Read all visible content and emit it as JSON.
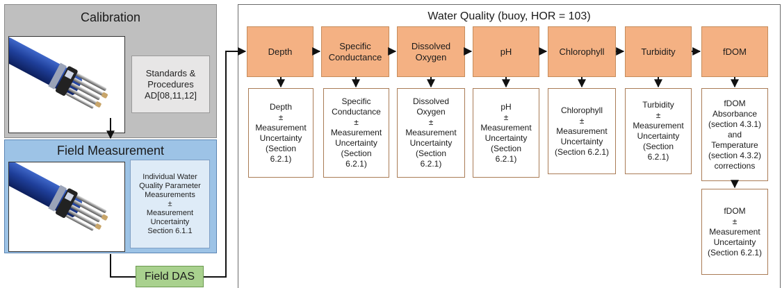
{
  "calibration": {
    "title": "Calibration",
    "info_lines": [
      "Standards &",
      "Procedures",
      "AD[08,11,12]"
    ]
  },
  "field_measurement": {
    "title": "Field Measurement",
    "info_lines": [
      "Individual Water",
      "Quality Parameter",
      "Measurements",
      "±",
      "Measurement",
      "Uncertainty",
      "Section 6.1.1"
    ]
  },
  "field_das": {
    "label": "Field DAS"
  },
  "water_quality": {
    "title": "Water Quality (buoy, HOR = 103)",
    "parameters": [
      {
        "name": [
          "Depth"
        ],
        "output": [
          "Depth",
          "±",
          "Measurement",
          "Uncertainty",
          "(Section",
          "6.2.1)"
        ]
      },
      {
        "name": [
          "Specific",
          "Conductance"
        ],
        "output": [
          "Specific",
          "Conductance",
          "±",
          "Measurement",
          "Uncertainty",
          "(Section",
          "6.2.1)"
        ]
      },
      {
        "name": [
          "Dissolved",
          "Oxygen"
        ],
        "output": [
          "Dissolved",
          "Oxygen",
          "±",
          "Measurement",
          "Uncertainty",
          "(Section",
          "6.2.1)"
        ]
      },
      {
        "name": [
          "pH"
        ],
        "output": [
          "pH",
          "±",
          "Measurement",
          "Uncertainty",
          "(Section",
          "6.2.1)"
        ]
      },
      {
        "name": [
          "Chlorophyll"
        ],
        "output": [
          "Chlorophyll",
          "±",
          "Measurement",
          "Uncertainty",
          "(Section 6.2.1)"
        ]
      },
      {
        "name": [
          "Turbidity"
        ],
        "output": [
          "Turbidity",
          "±",
          "Measurement",
          "Uncertainty",
          "(Section",
          "6.2.1)"
        ]
      },
      {
        "name": [
          "fDOM"
        ],
        "output": [
          "fDOM",
          "Absorbance",
          "(section 4.3.1)",
          "and",
          "Temperature",
          "(section 4.3.2)",
          "corrections"
        ]
      }
    ],
    "fdom_final": [
      "fDOM",
      "±",
      "Measurement",
      "Uncertainty",
      "(Section 6.2.1)"
    ]
  },
  "icons": [
    "water-quality-sonde-icon"
  ],
  "colors": {
    "calibration_bg": "#bfbfbf",
    "field_bg": "#9dc3e6",
    "das_bg": "#a9d18e",
    "parameter_bg": "#f4b183"
  }
}
